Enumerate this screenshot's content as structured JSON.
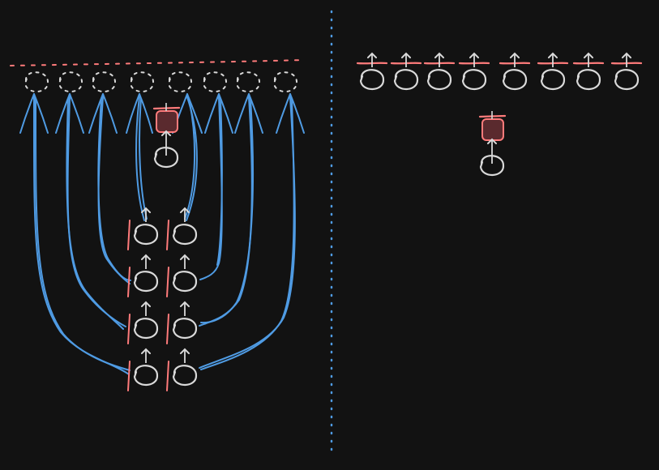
{
  "colors": {
    "background": "#121212",
    "node_stroke": "#d9d9d9",
    "arrow_blue": "#4f9be3",
    "accent_red": "#ff7b7b",
    "block_fill": "#5a2a2e",
    "divider": "#4f9be3"
  },
  "left_panel": {
    "top_slots": 8,
    "stack_columns": 2,
    "stack_rows": 4,
    "pending_block_count": 1
  },
  "right_panel": {
    "top_nodes": 8,
    "pending_block_count": 1
  }
}
